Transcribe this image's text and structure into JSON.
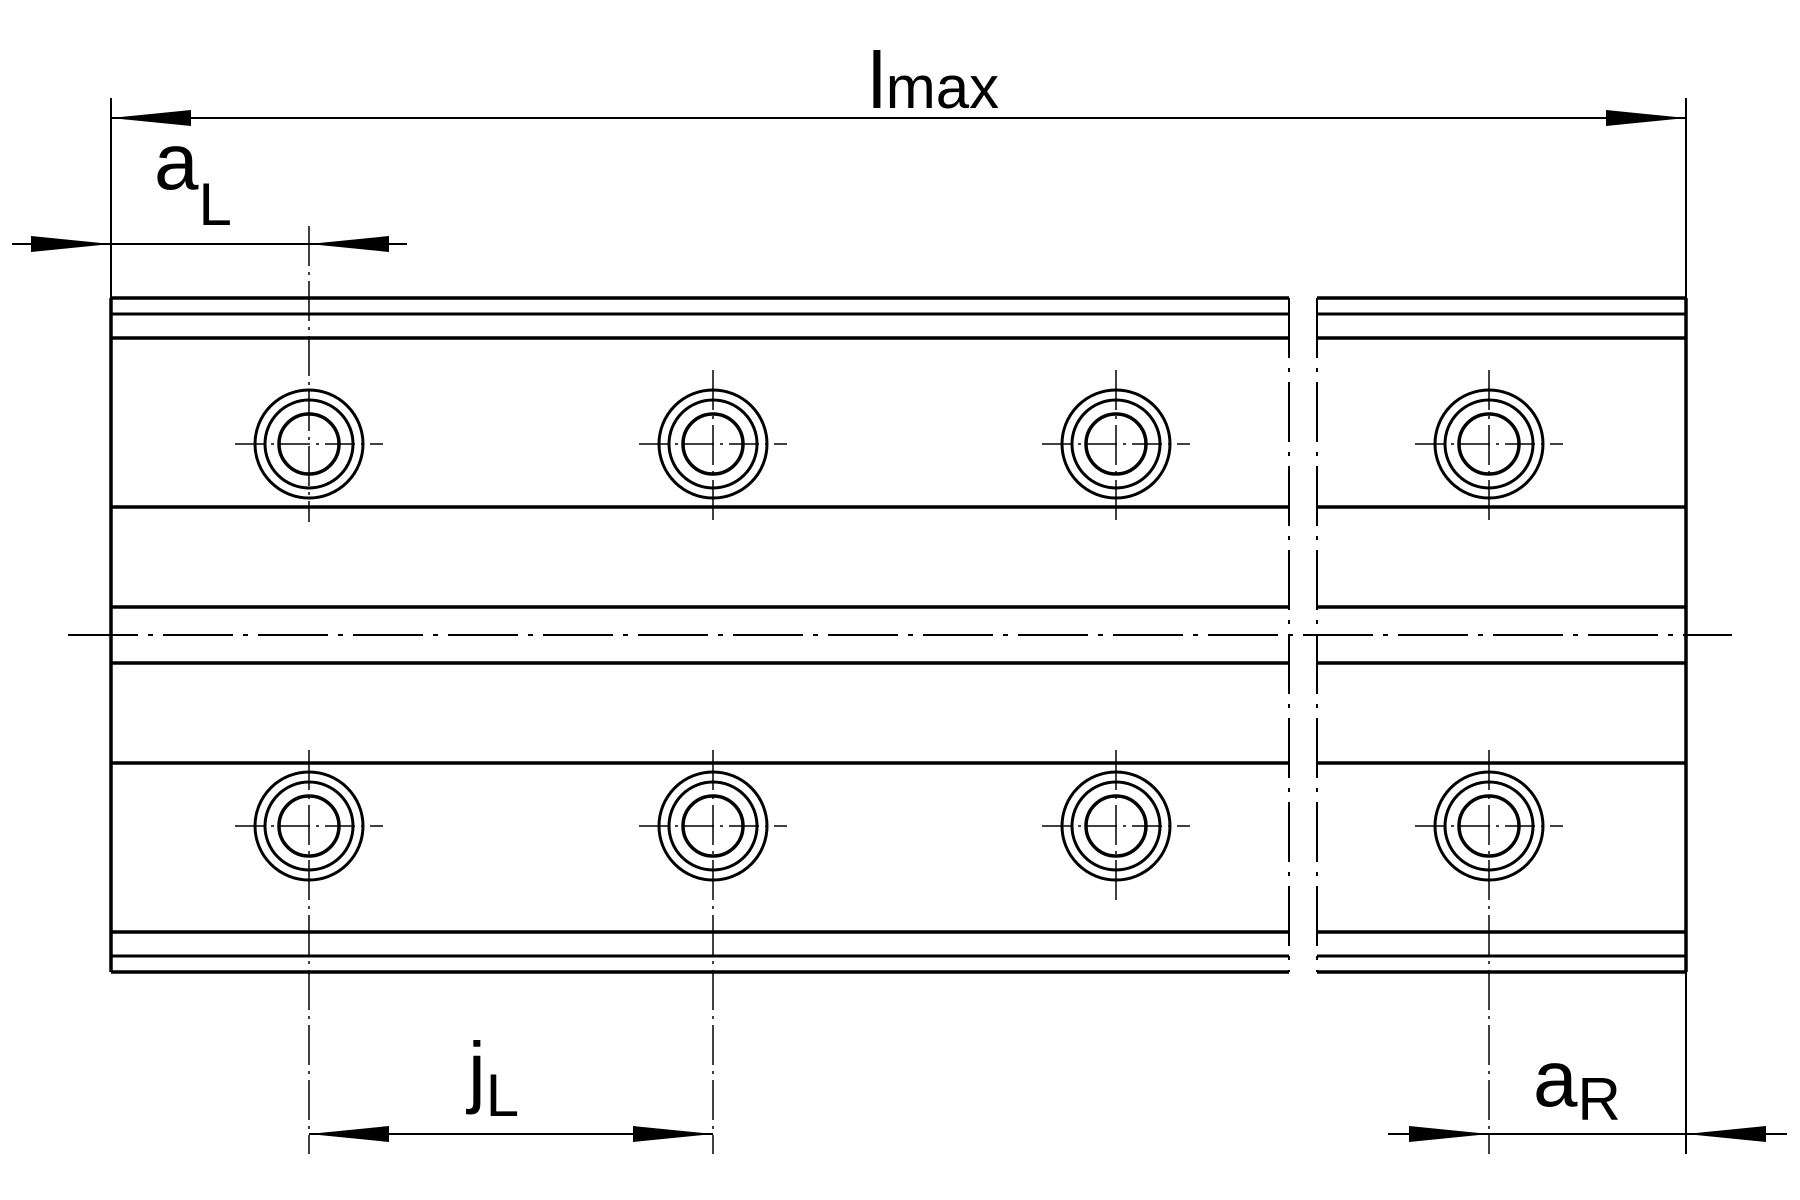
{
  "labels": {
    "l_main": "l",
    "l_sub": "max",
    "aL_main": "a",
    "aL_sub": "L",
    "jL_main": "j",
    "jL_sub": "L",
    "aR_main": "a",
    "aR_sub": "R"
  },
  "rail": {
    "left_segment_holes": 3,
    "right_segment_holes": 1,
    "hole_rows": 2
  },
  "colors": {
    "line": "#000000",
    "background": "#ffffff"
  }
}
